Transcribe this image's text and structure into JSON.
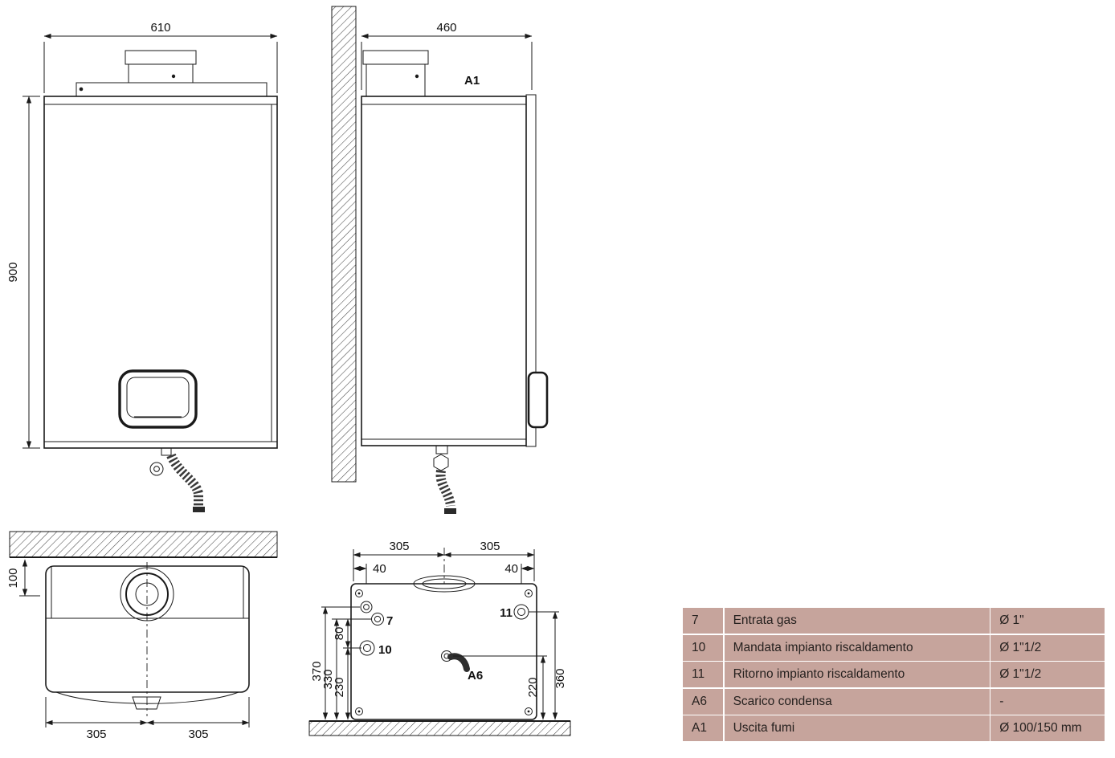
{
  "front_view": {
    "dim_width": "610",
    "dim_height": "900"
  },
  "side_view": {
    "dim_depth": "460",
    "label_flue": "A1"
  },
  "bottom_view": {
    "dim_wall": "100",
    "dim_left": "305",
    "dim_right": "305"
  },
  "connections_view": {
    "dim_top_left": "305",
    "dim_top_right": "305",
    "dim_edge_left": "40",
    "dim_edge_right": "40",
    "dim_370": "370",
    "dim_330": "330",
    "dim_80": "80",
    "dim_230": "230",
    "dim_220": "220",
    "dim_360": "360",
    "label_gas": "7",
    "label_flow": "10",
    "label_return": "11",
    "label_condensate": "A6"
  },
  "table": {
    "rows": [
      {
        "code": "7",
        "description": "Entrata gas",
        "size": "Ø 1\""
      },
      {
        "code": "10",
        "description": "Mandata impianto riscaldamento",
        "size": "Ø 1\"1/2"
      },
      {
        "code": "11",
        "description": "Ritorno impianto riscaldamento",
        "size": "Ø 1\"1/2"
      },
      {
        "code": "A6",
        "description": "Scarico condensa",
        "size": "-"
      },
      {
        "code": "A1",
        "description": "Uscita fumi",
        "size": "Ø 100/150 mm"
      }
    ]
  },
  "colors": {
    "table_row_bg": "#c6a49c",
    "line": "#1a1a1a"
  }
}
